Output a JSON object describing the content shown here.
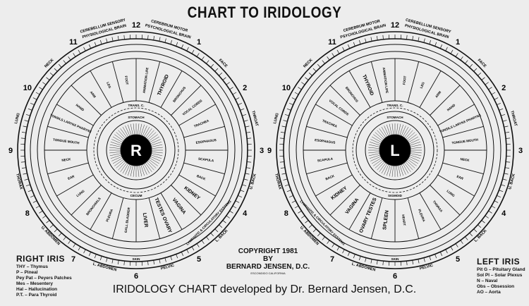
{
  "title": "CHART TO IRIDOLOGY",
  "footer": "IRIDOLOGY CHART developed by Dr. Bernard Jensen, D.C.",
  "copyright": {
    "line1": "COPYRIGHT 1981",
    "line2": "BY",
    "line3": "BERNARD JENSEN, D.C.",
    "city": "ESCONDIDO CALIFORNIA"
  },
  "right_iris": {
    "letter": "R",
    "legend_title": "RIGHT IRIS",
    "legend": [
      "THY – Thymus",
      "P – Pineal",
      "Pey Pat – Peyers Patches",
      "Mes – Mesentery",
      "Hal – Hallucination",
      "P.T. – Para Thyroid"
    ],
    "clock": [
      "12",
      "1",
      "2",
      "3",
      "4",
      "5",
      "6",
      "7",
      "8",
      "9",
      "10",
      "11"
    ],
    "outer_labels": [
      "CEREBELLUM SENSORY",
      "PHYSIOLOGICAL BRAIN",
      "CEREBRUM MOTOR",
      "PSYCHOLOGICAL BRAIN",
      "FACE",
      "THROAT",
      "U. BACK",
      "L. BACK",
      "PELVIC",
      "L. ABDOMEN",
      "U. ABDOMEN",
      "THORAX",
      "LUNG",
      "NECK"
    ],
    "organs": [
      "ANIMATION LIFE",
      "THYROID",
      "BRONCHUS",
      "VOCAL CORDS",
      "TRACHEA",
      "ESOPHAGUS",
      "SCAPULA",
      "BACK",
      "KIDNEY",
      "VAGINA",
      "TESTES OVARY",
      "LIVER",
      "GALL BLADDER",
      "PLEURA",
      "BRONCHIALS",
      "LUNG",
      "EAR",
      "NECK",
      "TONGUE MOUTH",
      "TONSILS LARYNX PHARYNX",
      "CECUM",
      "STOMACH",
      "TRANS. C.",
      "LYMPHATIC & CIRCULATORY SYSTEMS",
      "SKIN",
      "HAND",
      "ARM",
      "LEG",
      "FOOT"
    ]
  },
  "left_iris": {
    "letter": "L",
    "legend_title": "LEFT IRIS",
    "legend": [
      "Pit G – Pituitary Gland",
      "Sol Pl – Solar Plexus",
      "N – Naval",
      "Obs – Obsession",
      "AO – Aorta"
    ],
    "clock": [
      "12",
      "1",
      "2",
      "3",
      "4",
      "5",
      "6",
      "7",
      "8",
      "9",
      "10",
      "11"
    ],
    "outer_labels": [
      "CEREBELLUM SENSORY",
      "PHYSIOLOGICAL BRAIN",
      "CEREBRUM MOTOR",
      "PSYCHOLOGICAL BRAIN",
      "NECK",
      "LUNG",
      "THORAX",
      "U. ABDOMEN",
      "L. ABDOMEN",
      "PELVIC",
      "L. BACK",
      "U. BACK",
      "THROAT",
      "FACE"
    ],
    "organs": [
      "ANIMATION LIFE",
      "THYROID",
      "BRONCHUS",
      "VOCAL CORDS",
      "TRACHEA",
      "ESOPHAGUS",
      "SCAPULA",
      "BACK",
      "KIDNEY",
      "VAGINA",
      "OVARY TESTES",
      "SPLEEN",
      "HEART",
      "PLEURA",
      "THORAX",
      "LUNG",
      "EAR",
      "NECK",
      "TONGUE MOUTH",
      "TONSILS LARYNX PHARYNX",
      "SIGMOID",
      "STOMACH",
      "TRANS. C.",
      "LYMPHATIC & CIRCULATORY SYSTEMS",
      "SKIN",
      "HAND",
      "ARM",
      "LEG",
      "FOOT"
    ]
  }
}
